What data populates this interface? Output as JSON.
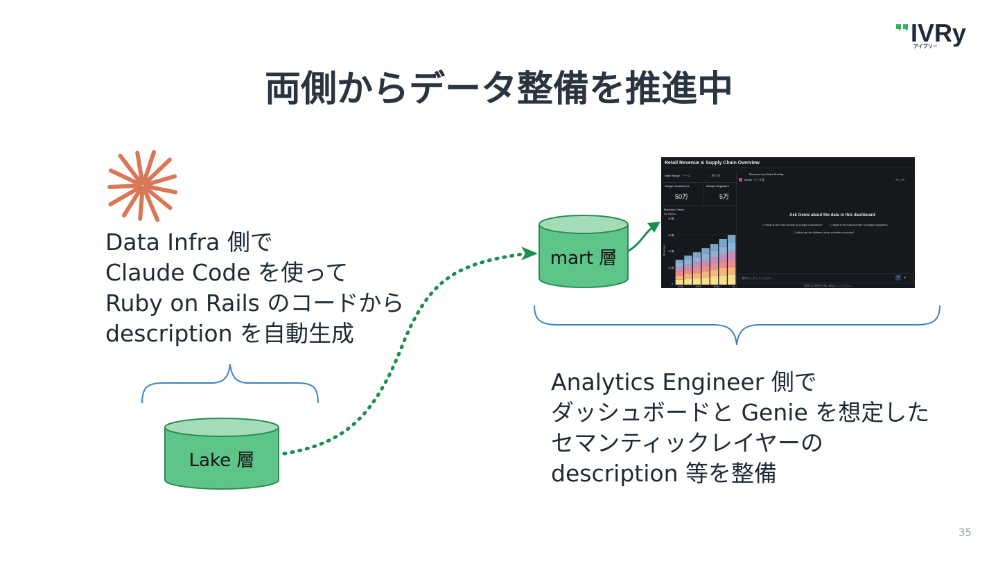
{
  "slide": {
    "title": "両側からデータ整備を推進中",
    "page_number": "35"
  },
  "logo": {
    "wordmark": "IVRy",
    "kana": "アイブリー",
    "accent_color": "#2eb35a"
  },
  "left_text": {
    "lines": [
      "Data Infra 側で",
      "Claude Code を使って",
      "Ruby on Rails のコードから",
      "description を自動生成"
    ]
  },
  "right_text": {
    "lines": [
      "Analytics Engineer 側で",
      "ダッシュボードと Genie を想定した",
      "セマンティックレイヤーの",
      "description 等を整備"
    ]
  },
  "layers": {
    "mart": "mart 層",
    "lake": "Lake 層"
  },
  "colors": {
    "cylinder_fill": "#5ec489",
    "cylinder_top": "#a3dcb7",
    "cylinder_stroke": "#2a8a55",
    "arrow": "#1a8f4e",
    "brace": "#3b82c4",
    "claude_star": "#d97757"
  },
  "dashboard": {
    "title": "Retail Revenue & Supply Chain Overview",
    "date_range_label": "Date Range",
    "date_range_source": "ソース",
    "date_range_value": "→ 終了日",
    "kpi1_label": "Unique Customers",
    "kpi1_value": "50万",
    "kpi2_label": "Unique Suppliers",
    "kpi2_value": "5万",
    "trend_title": "Revenue Trend",
    "trend_subtitle": "By Nation",
    "y_axis_label": "Revenue",
    "y_ticks": [
      "80億",
      "60億",
      "40億",
      "20億",
      "0"
    ],
    "x_ticks": [
      "1992",
      "1994",
      "1996",
      "19"
    ],
    "panel_title": "Revenue by Order Priority",
    "genie_label": "Genie",
    "genie_beta": "ベータ版",
    "ask_title": "Ask Genie about the data in this dashboard",
    "questions": [
      "What is the total number of unique customers?",
      "What is the total number of unique suppliers?",
      "What are the different order priorities recorded?"
    ],
    "input_placeholder": "質問を入力してください...",
    "footer_note": "回答は正確性を常に確認してください。",
    "chart_data": {
      "type": "bar",
      "stacked": true,
      "categories": [
        "1992",
        "1993",
        "1994",
        "1995",
        "1996",
        "1997",
        "1998"
      ],
      "series_colors": [
        "#f6df8e",
        "#f4b67a",
        "#ea8d8d",
        "#c58fb5",
        "#8fb2d6",
        "#7aa7c9"
      ],
      "series": [
        {
          "values": [
            6,
            7,
            8,
            9,
            10,
            11,
            12
          ]
        },
        {
          "values": [
            5,
            6,
            6,
            7,
            8,
            9,
            9
          ]
        },
        {
          "values": [
            5,
            5,
            6,
            7,
            7,
            8,
            9
          ]
        },
        {
          "values": [
            5,
            6,
            7,
            7,
            8,
            9,
            10
          ]
        },
        {
          "values": [
            5,
            6,
            6,
            7,
            8,
            9,
            10
          ]
        },
        {
          "values": [
            4,
            5,
            6,
            7,
            8,
            9,
            10
          ]
        }
      ],
      "ylim": [
        0,
        80
      ]
    }
  }
}
